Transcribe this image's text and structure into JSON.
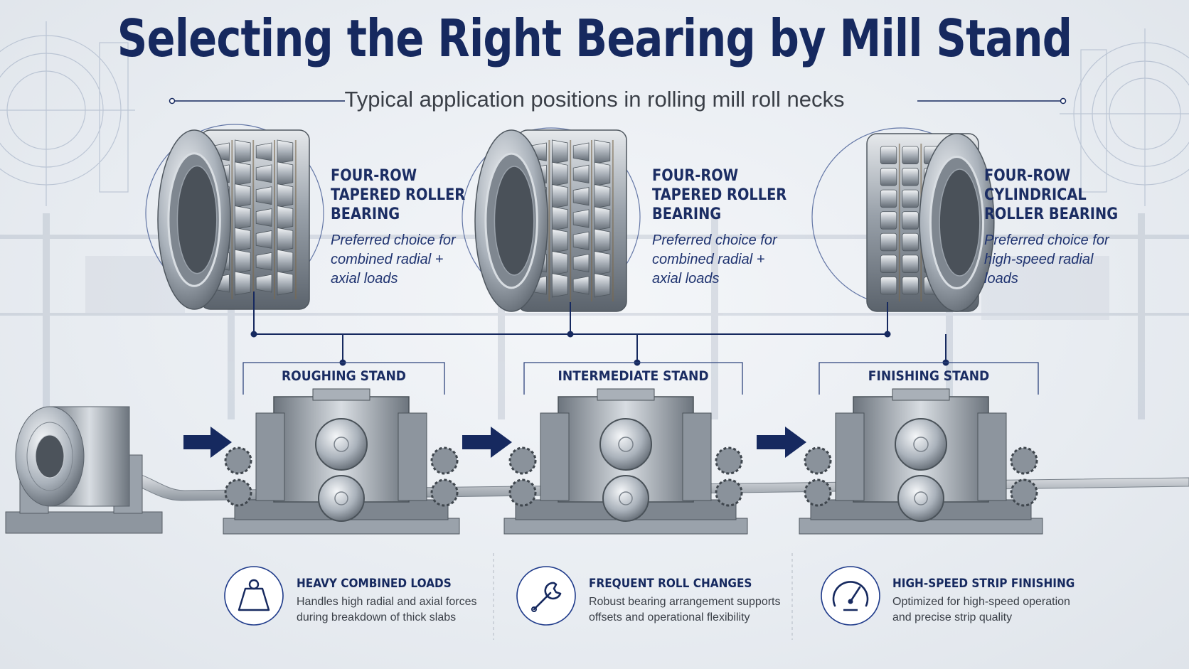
{
  "title": "Selecting the Right Bearing by Mill Stand",
  "subtitle": "Typical application positions in rolling mill roll necks",
  "bearings": [
    {
      "name": "FOUR-ROW\nTAPERED ROLLER\nBEARING",
      "description": "Preferred choice for\ncombined radial +\naxial loads",
      "type": "tapered"
    },
    {
      "name": "FOUR-ROW\nTAPERED ROLLER\nBEARING",
      "description": "Preferred choice for\ncombined radial +\naxial loads",
      "type": "tapered"
    },
    {
      "name": "FOUR-ROW\nCYLINDRICAL\nROLLER BEARING",
      "description": "Preferred choice for\nhigh-speed radial\nloads",
      "type": "cylindrical"
    }
  ],
  "stands": [
    {
      "label": "ROUGHING STAND"
    },
    {
      "label": "INTERMEDIATE STAND"
    },
    {
      "label": "FINISHING STAND"
    }
  ],
  "features": [
    {
      "icon": "weight-icon",
      "title": "HEAVY COMBINED LOADS",
      "description": "Handles high radial and axial forces\nduring breakdown of thick slabs"
    },
    {
      "icon": "wrench-icon",
      "title": "FREQUENT ROLL CHANGES",
      "description": "Robust bearing arrangement supports\noffsets and operational flexibility"
    },
    {
      "icon": "speedometer-icon",
      "title": "HIGH-SPEED STRIP FINISHING",
      "description": "Optimized for high-speed operation\nand precise strip quality"
    }
  ],
  "colors": {
    "navy": "#16295f",
    "accent": "#1e3a8a",
    "steel": "#9aa3ad"
  }
}
